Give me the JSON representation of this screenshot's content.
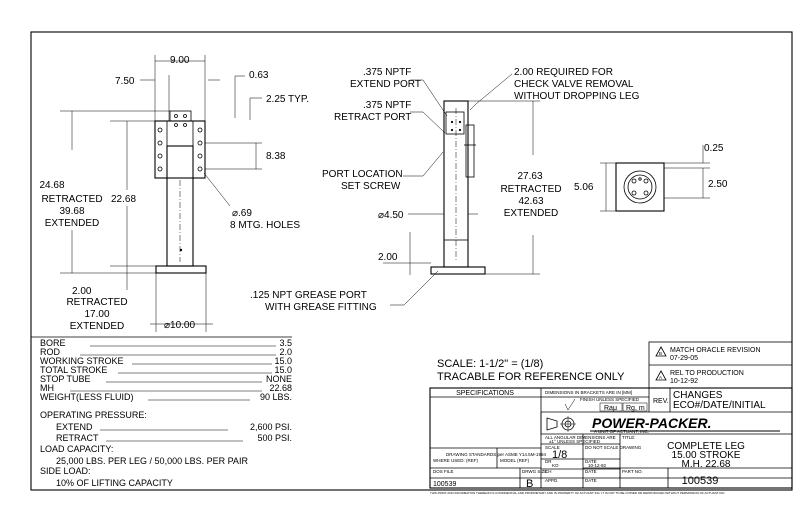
{
  "front_view": {
    "dim_top_width": "9.00",
    "dim_left_offset": "7.50",
    "dim_bracket_thickness": "0.63",
    "dim_typ": "2.25 TYP.",
    "dim_bracket_height": "8.38",
    "dim_hole": "⌀.69",
    "holes_note": "8 MTG. HOLES",
    "left_dim": {
      "l1": "24.68",
      "l2": "RETRACTED",
      "l3": "39.68",
      "l4": "EXTENDED"
    },
    "dim_22_68": "22.68",
    "bottom_dim": {
      "l1": "2.00",
      "l2": "RETRACTED",
      "l3": "17.00",
      "l4": "EXTENDED"
    },
    "foot_dia": "⌀10.00"
  },
  "side_view": {
    "extend_port": {
      "l1": ".375 NPTF",
      "l2": "EXTEND PORT"
    },
    "retract_port": {
      "l1": ".375 NPTF",
      "l2": "RETRACT PORT"
    },
    "check_valve": {
      "l1": "2.00 REQUIRED FOR",
      "l2": "CHECK VALVE REMOVAL",
      "l3": "WITHOUT DROPPING LEG"
    },
    "port_location": {
      "l1": "PORT LOCATION",
      "l2": "SET SCREW"
    },
    "right_dim": {
      "l1": "27.63",
      "l2": "RETRACTED",
      "l3": "42.63",
      "l4": "EXTENDED"
    },
    "dim_450": "⌀4.50",
    "dim_200": "2.00",
    "grease": {
      "l1": ".125 NPT GREASE PORT",
      "l2": "WITH GREASE FITTING"
    }
  },
  "top_view": {
    "dim_025": "0.25",
    "dim_250": "2.50",
    "dim_506": "5.06"
  },
  "specs": [
    {
      "label": "BORE",
      "value": "3.5"
    },
    {
      "label": "ROD",
      "value": "2.0"
    },
    {
      "label": "WORKING STROKE",
      "value": "15.0"
    },
    {
      "label": "TOTAL STROKE",
      "value": "15.0"
    },
    {
      "label": "STOP TUBE",
      "value": "NONE"
    },
    {
      "label": "MH",
      "value": "22.68"
    },
    {
      "label": "WEIGHT(LESS FLUID)",
      "value": "90 LBS."
    }
  ],
  "operating": {
    "title": "OPERATING PRESSURE:",
    "extend_label": "EXTEND",
    "extend_value": "2,600 PSI.",
    "retract_label": "RETRACT",
    "retract_value": "500 PSI."
  },
  "load": {
    "title": "LOAD CAPACITY:",
    "value": "25,000 LBS. PER LEG / 50,000 LBS. PER PAIR"
  },
  "side_load": {
    "title": "SIDE LOAD:",
    "value": "10% OF LIFTING CAPACITY"
  },
  "scale_note": {
    "l1": "SCALE:  1-1/2\" = (1/8)",
    "l2": "TRACABLE FOR REFERENCE ONLY"
  },
  "title_block": {
    "specifications": "SPECIFICATIONS",
    "dims_note": "DIMENSIONS IN BRACKETS ARE IN [MM]",
    "finish_note": "FINISH UNLESS SPECIFIED",
    "finish_val1": "Raμ",
    "finish_val2": "Rg, m",
    "angular_note1": "ALL ANGULAR DIMENSIONS ARE",
    "angular_note2": "±1° UNLESS SPECIFIED",
    "title_label": "TITLE:",
    "title_l1": "COMPLETE LEG",
    "title_l2": "15.00 STROKE",
    "title_l3": "M.H. 22.68",
    "logo": "POWER-PACKER.",
    "logo_sub": "A UNIT OF ACTUANT, INC.",
    "drawing_standards": "DRAWING STANDARDS per ASME Y14.5M-1994",
    "where_used": "WHERE USED: (REF)",
    "model": "MODEL (REF)",
    "scale_label": "SCALE",
    "scale_value": "1/8",
    "do_not_scale": "DO NOT SCALE DRAWING",
    "dr_label": "DR",
    "dr_value": "KO",
    "date_label": "DATE",
    "date_value": "10-12-92",
    "ch_label": "CH",
    "appd_label": "APPD.",
    "dos_file": "DOS FILE",
    "dos_value": "100539",
    "dwg_size_label": "DRWG SIZE",
    "dwg_size": "B",
    "part_label": "PART NO.",
    "part_value": "100539",
    "rev_label": "REV.",
    "changes": "CHANGES",
    "eco": "ECO#/DATE/INITIAL",
    "rev1_text": "MATCH ORACLE REVISION",
    "rev1_date": "07-29-05",
    "rev1_mark": "B",
    "rev2_text": "REL TO PRODUCTION",
    "rev2_date": "10-12-92",
    "rev2_mark": "A",
    "confidential": "THIS PRINT AND INFORMATION THEREON IS CONFIDENTIAL AND PROPRIETARY AND IS PROPERTY OF ACTUANT INC. IT IS NOT TO BE COPIED OR REPRODUCED WITHOUT PERMISSION OF ACTUANT INC."
  }
}
